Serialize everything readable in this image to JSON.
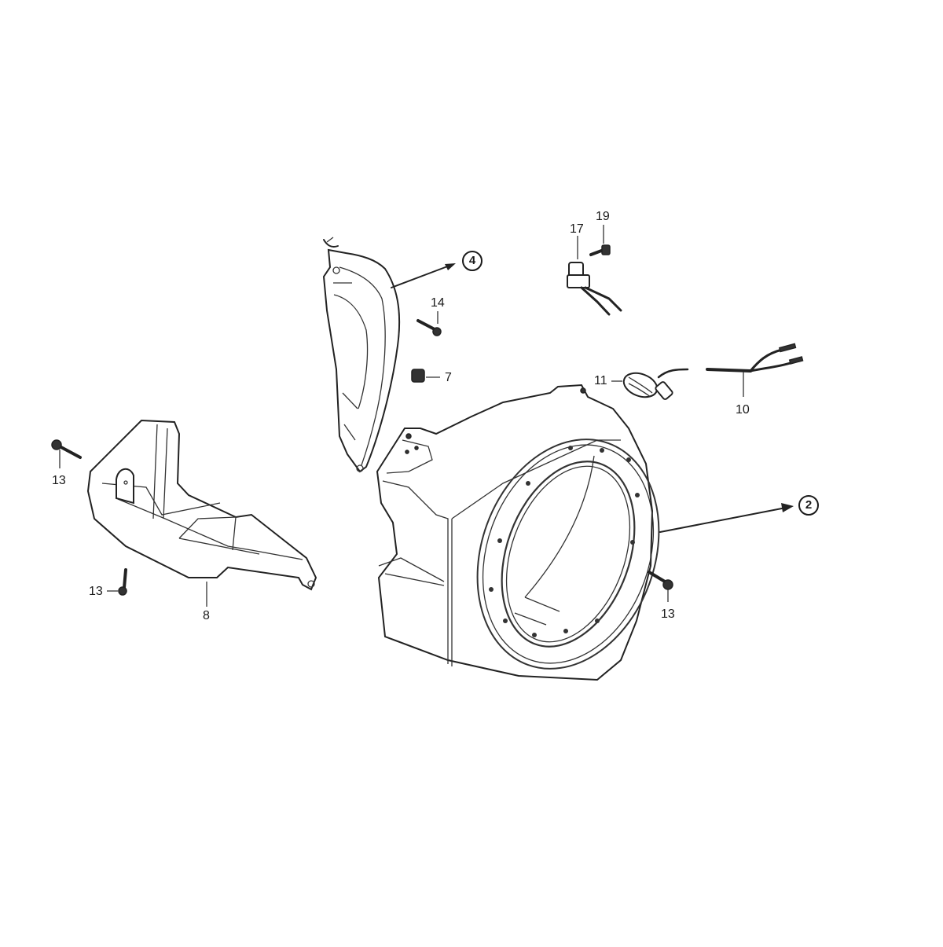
{
  "diagram": {
    "type": "exploded-parts-diagram",
    "parts": [
      {
        "id": "fan-cover",
        "description": "Fan cover / blower housing"
      },
      {
        "id": "shroud-upper",
        "description": "Upper shroud (curved plate)"
      },
      {
        "id": "shroud-lower",
        "description": "Lower shroud / cylinder cover"
      },
      {
        "id": "ignition-coil-switch",
        "description": "Switch with harness"
      },
      {
        "id": "oil-alert-switch",
        "description": "Sensor / switch"
      },
      {
        "id": "wire-harness",
        "description": "Wire harness"
      },
      {
        "id": "bolt",
        "description": "Flange bolt"
      },
      {
        "id": "screw",
        "description": "Screw"
      },
      {
        "id": "nut",
        "description": "Clip nut"
      }
    ],
    "labels": [
      {
        "id": "lbl-19",
        "text": "19"
      },
      {
        "id": "lbl-17",
        "text": "17"
      },
      {
        "id": "lbl-14",
        "text": "14"
      },
      {
        "id": "lbl-7",
        "text": "7"
      },
      {
        "id": "lbl-11",
        "text": "11"
      },
      {
        "id": "lbl-10",
        "text": "10"
      },
      {
        "id": "lbl-13a",
        "text": "13"
      },
      {
        "id": "lbl-13b",
        "text": "13"
      },
      {
        "id": "lbl-13c",
        "text": "13"
      },
      {
        "id": "lbl-8",
        "text": "8"
      }
    ],
    "references": [
      {
        "id": "ref-4",
        "text": "4"
      },
      {
        "id": "ref-2",
        "text": "2"
      }
    ]
  }
}
